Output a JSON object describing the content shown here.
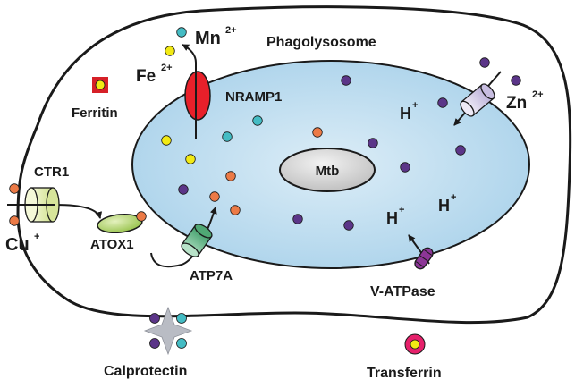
{
  "labels": {
    "phagolysosome": "Phagolysosome",
    "mn": "Mn",
    "mn_charge": "2+",
    "fe": "Fe",
    "fe_charge": "2+",
    "nramp1": "NRAMP1",
    "ferritin": "Ferritin",
    "zn": "Zn",
    "zn_charge": "2+",
    "h_plus_1": "H",
    "h_plus_2": "H",
    "h_plus_3": "H",
    "h_charge": "+",
    "mtb": "Mtb",
    "ctr1": "CTR1",
    "cu": "Cu",
    "cu_charge": "+",
    "atox1": "ATOX1",
    "atp7a": "ATP7A",
    "v_atpase": "V-ATPase",
    "calprotectin": "Calprotectin",
    "transferrin": "Transferrin"
  },
  "colors": {
    "mn_ion": "#44bcc4",
    "fe_ion": "#f2ea14",
    "cu_ion": "#ec7a46",
    "zn_ion": "#5b3588",
    "phagolysosome_fill": "#b9dbee",
    "nramp1": "#e8202a",
    "ferritin_box": "#d62027",
    "mtb_fill": "#d9d9d9",
    "ctr1": "#e2ecb4",
    "atox1": "#b6d66a",
    "atp7a": "#62b686",
    "v_atpase": "#8c3596",
    "zn_transporter": "#d5cfe8",
    "calprotectin": "#b9bcc4",
    "transferrin": "#e6206b"
  }
}
